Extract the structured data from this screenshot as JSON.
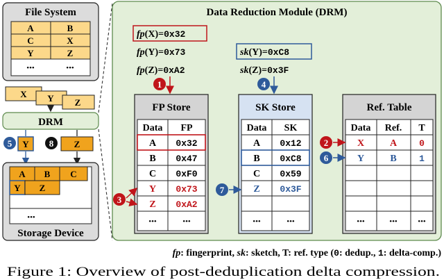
{
  "fs": {
    "title": "File System",
    "grid": [
      [
        "A",
        "B"
      ],
      [
        "C",
        "X"
      ],
      [
        "Y",
        "Z"
      ]
    ],
    "dots": "•••",
    "file_blocks": [
      "X",
      "Y",
      "Z"
    ]
  },
  "drm_small": {
    "label": "DRM",
    "step5_block": "Y",
    "step8_block": "Z"
  },
  "storage": {
    "title": "Storage Device",
    "row1": [
      "A",
      "B",
      "C"
    ],
    "row2": [
      "Y",
      "Z"
    ],
    "dots": "•••"
  },
  "module": {
    "title": "Data Reduction Module (DRM)",
    "fp_lines": [
      {
        "fn": "fp",
        "arg": "(X)=",
        "val": "0x32"
      },
      {
        "fn": "fp",
        "arg": "(Y)=",
        "val": "0x73"
      },
      {
        "fn": "fp",
        "arg": "(Z)=",
        "val": "0xA2"
      }
    ],
    "sk_lines": [
      {
        "fn": "sk",
        "arg": "(Y)=",
        "val": "0xC8"
      },
      {
        "fn": "sk",
        "arg": "(Z)=",
        "val": "0x3F"
      }
    ]
  },
  "fp_store": {
    "title": "FP Store",
    "headers": [
      "Data",
      "FP"
    ],
    "rows": [
      [
        "A",
        "0x32"
      ],
      [
        "B",
        "0x47"
      ],
      [
        "C",
        "0xF0"
      ],
      [
        "Y",
        "0x73"
      ],
      [
        "Z",
        "0xA2"
      ],
      [
        "•••",
        "•••"
      ]
    ]
  },
  "sk_store": {
    "title": "SK Store",
    "headers": [
      "Data",
      "SK"
    ],
    "rows": [
      [
        "A",
        "0x12"
      ],
      [
        "B",
        "0xC8"
      ],
      [
        "C",
        "0x59"
      ],
      [
        "Z",
        "0x3F"
      ],
      [
        "",
        ""
      ],
      [
        "•••",
        "•••"
      ]
    ]
  },
  "ref_table": {
    "title": "Ref. Table",
    "headers": [
      "Data",
      "Ref.",
      "T"
    ],
    "rows": [
      [
        "X",
        "A",
        "0"
      ],
      [
        "Y",
        "B",
        "1"
      ],
      [
        "",
        "",
        ""
      ],
      [
        "",
        "",
        ""
      ],
      [
        "",
        "",
        ""
      ],
      [
        "•••",
        "•••",
        "•••"
      ]
    ]
  },
  "steps": [
    "1",
    "2",
    "3",
    "4",
    "5",
    "6",
    "7",
    "8"
  ],
  "legend": {
    "fp": "fp",
    "fp_def": ": fingerprint, ",
    "sk": "sk",
    "sk_def": ": sketch, T: ref. type (",
    "zero": "0",
    "dedup": ": dedup., ",
    "one": "1",
    "delta": ": delta-comp.)"
  },
  "caption": "Figure 1: Overview of post-deduplication delta compression.",
  "colors": {
    "red": "#c0151a",
    "blue": "#2e5a9a",
    "green_bg": "#e3efd9",
    "green_stroke": "#5e8a4e",
    "orange": "#f0a31d",
    "gray_bg": "#d4d4d4",
    "yellow": "#fcd88a"
  }
}
